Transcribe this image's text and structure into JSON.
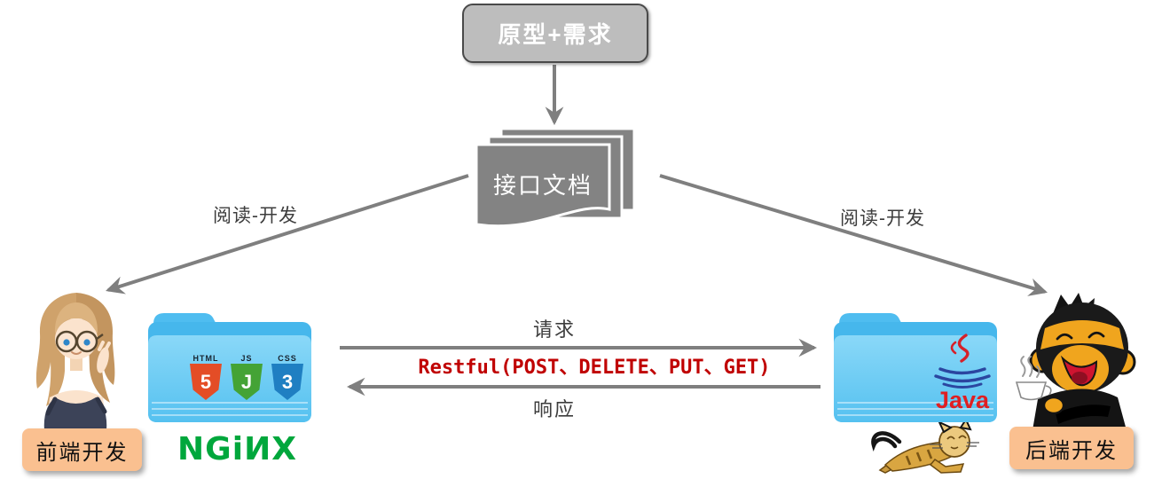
{
  "top_box": {
    "label": "原型+需求"
  },
  "document_stack": {
    "label": "接口文档"
  },
  "flow_labels": {
    "left": "阅读-开发",
    "right": "阅读-开发"
  },
  "exchange": {
    "request": "请求",
    "restful": "Restful(POST、DELETE、PUT、GET)",
    "response": "响应"
  },
  "frontend": {
    "role": "前端开发",
    "badges": [
      {
        "label": "HTML",
        "glyph": "5"
      },
      {
        "label": "JS",
        "glyph": "J"
      },
      {
        "label": "CSS",
        "glyph": "3"
      }
    ],
    "nginx": "NGiИX"
  },
  "backend": {
    "role": "后端开发",
    "java": "Java"
  },
  "colors": {
    "arrow_gray": "#7f7f7f",
    "process_box_gray": "#bdbdbd",
    "document_gray": "#838383",
    "role_label_peach": "#fac090",
    "restful_red": "#c00000",
    "folder_blue": "#55c1f0",
    "nginx_green": "#00a73c",
    "html5_orange": "#e44d26",
    "js_green": "#44a335",
    "css3_blue": "#1f7fc2",
    "java_red": "#e01f22"
  }
}
